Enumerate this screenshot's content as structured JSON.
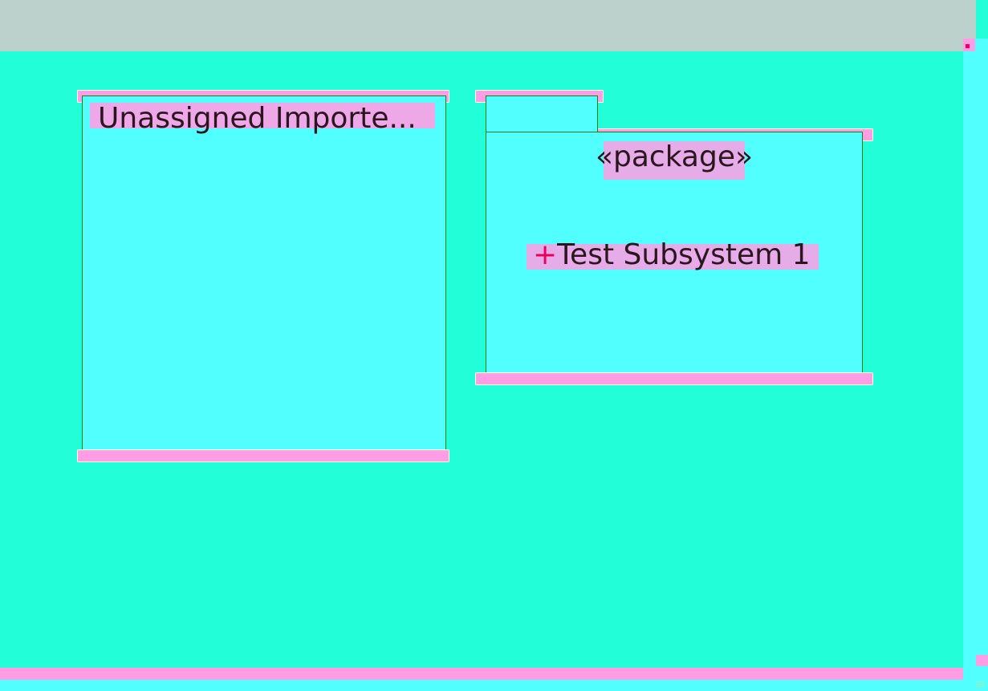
{
  "diagram": {
    "packages": [
      {
        "name": "Unassigned Importe..."
      },
      {
        "stereotype": "«package»",
        "members": [
          {
            "visibility": "+",
            "name": "Test Subsystem 1"
          }
        ]
      }
    ]
  },
  "colors": {
    "canvas": "#22FFD8",
    "package_fill": "#51FFFF",
    "selection": "#FF9DE4",
    "border": "#1a7d1a",
    "header_band": "#BCD0CC"
  }
}
